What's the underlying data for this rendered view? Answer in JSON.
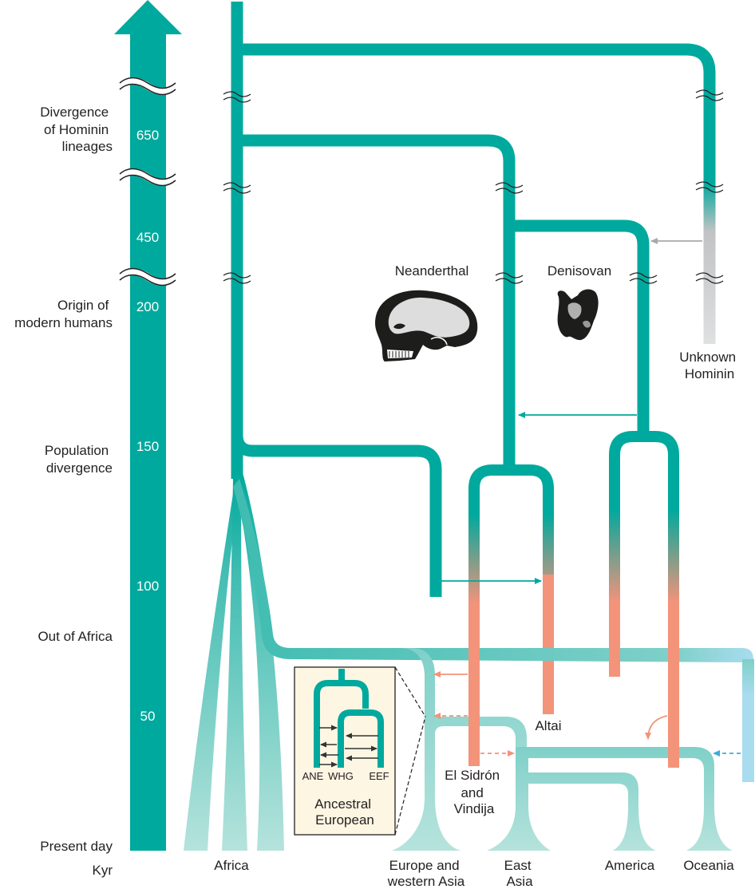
{
  "colors": {
    "teal": "#00a99d",
    "teal_light": "#a6ded7",
    "salmon": "#f3937a",
    "grey": "#c8c9ca",
    "sky": "#a9dcef",
    "inset_bg": "#fdf6e3",
    "arrow_dark": "#333333"
  },
  "timeline": {
    "labels": {
      "divergence_hominin": [
        "Divergence",
        "of Hominin",
        "lineages"
      ],
      "origin_modern": [
        "Origin of",
        "modern humans"
      ],
      "population_divergence": [
        "Population",
        "divergence"
      ],
      "out_of_africa": "Out of Africa",
      "present_day": "Present day",
      "kyr": "Kyr"
    },
    "ticks": [
      "650",
      "450",
      "200",
      "150",
      "100",
      "50"
    ]
  },
  "lineages": {
    "neanderthal": "Neanderthal",
    "denisovan": "Denisovan",
    "unknown": [
      "Unknown",
      "Hominin"
    ],
    "altai": "Altai",
    "el_sidron": [
      "El Sidrón",
      "and",
      "Vindija"
    ]
  },
  "populations": {
    "africa": "Africa",
    "europe": [
      "Europe and",
      "western Asia"
    ],
    "east_asia": [
      "East",
      "Asia"
    ],
    "america": "America",
    "oceania": "Oceania"
  },
  "inset": {
    "labels": [
      "ANE",
      "WHG",
      "EEF"
    ],
    "title": [
      "Ancestral",
      "European"
    ]
  },
  "icons": {
    "skull": "neanderthal-skull-icon",
    "tooth": "denisovan-molar-icon"
  }
}
